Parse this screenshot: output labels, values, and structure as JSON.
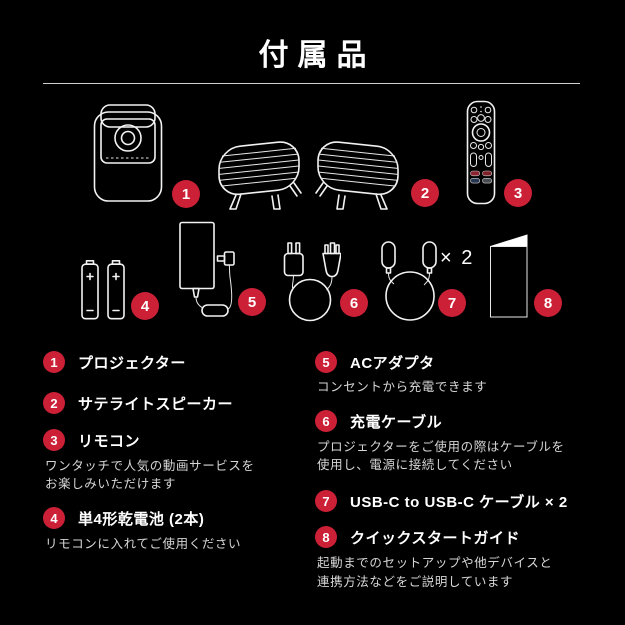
{
  "page": {
    "title": "付属品",
    "background": "#000000",
    "accent": "#cb2036",
    "divider_color": "#cfcfcf",
    "line_art_color": "#f2f2f2"
  },
  "diagram": {
    "badges": [
      "1",
      "2",
      "3",
      "4",
      "5",
      "6",
      "7",
      "8"
    ],
    "usbc_multiplier": "× 2",
    "icons": [
      "projector-icon",
      "satellite-speaker-left-icon",
      "satellite-speaker-right-icon",
      "remote-icon",
      "aaa-batteries-icon",
      "ac-adapter-icon",
      "power-cable-icon",
      "usb-c-cable-icon",
      "quick-start-guide-icon"
    ]
  },
  "list": {
    "left": [
      {
        "num": "1",
        "label": "プロジェクター",
        "desc": ""
      },
      {
        "num": "2",
        "label": "サテライトスピーカー",
        "desc": ""
      },
      {
        "num": "3",
        "label": "リモコン",
        "desc": "ワンタッチで人気の動画サービスを\nお楽しみいただけます"
      },
      {
        "num": "4",
        "label": "単4形乾電池 (2本)",
        "desc": "リモコンに入れてご使用ください"
      }
    ],
    "right": [
      {
        "num": "5",
        "label": "ACアダプタ",
        "desc": "コンセントから充電できます"
      },
      {
        "num": "6",
        "label": "充電ケーブル",
        "desc": "プロジェクターをご使用の際はケーブルを\n使用し、電源に接続してください"
      },
      {
        "num": "7",
        "label": "USB-C to USB-C ケーブル × 2",
        "desc": ""
      },
      {
        "num": "8",
        "label": "クイックスタートガイド",
        "desc": "起動までのセットアップや他デバイスと\n連携方法などをご説明しています"
      }
    ]
  }
}
